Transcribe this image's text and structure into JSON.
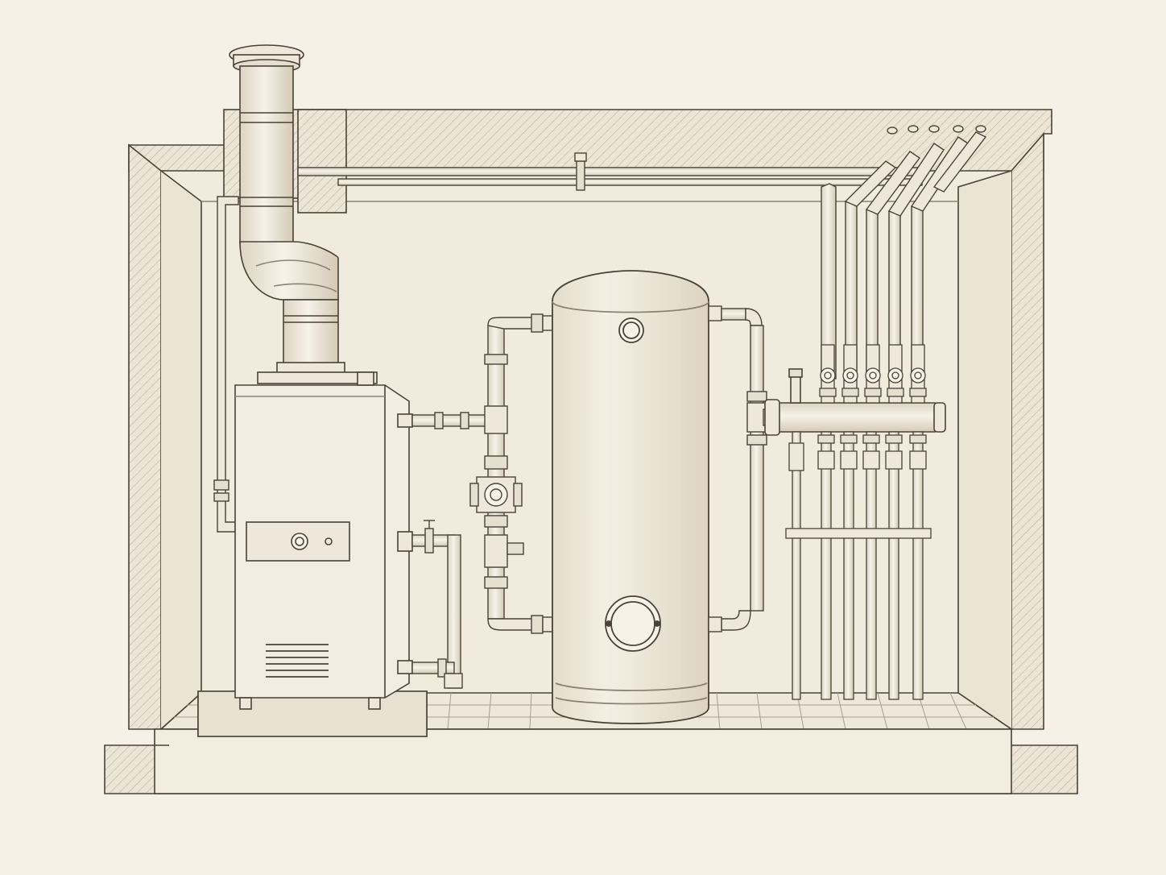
{
  "colors": {
    "paper": "#f6f1e7",
    "wall": "#f1ebdd",
    "ink": "#4a4238",
    "ink_light": "#8c8275",
    "hatch": "#b5ab9c",
    "metal_fill": "#efe8da"
  },
  "scene": {
    "room": "boiler-room-cutaway",
    "components": [
      "flue-pipe",
      "gas-boiler",
      "hot-water-storage-tank",
      "circulation-pump",
      "distribution-manifold",
      "heating-supply-pipes",
      "tiled-floor",
      "concrete-plinth"
    ],
    "manifold_circuits": 5,
    "boiler_vent_slots": 6
  }
}
